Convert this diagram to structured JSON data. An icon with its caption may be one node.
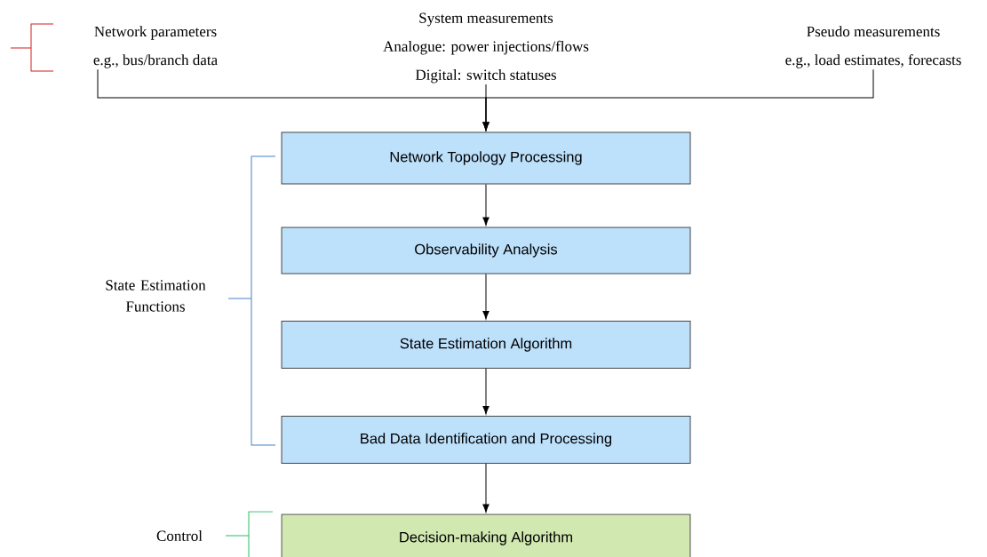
{
  "diagram": {
    "nodes": [
      {
        "text": [
          "Network parameters",
          "e.g., bus/branch data"
        ]
      },
      {
        "text": [
          "System measurements",
          "Analogue: power injections/flows",
          "Digital: switch statuses"
        ]
      },
      {
        "text": [
          "Pseudo measurements",
          "e.g., load estimates, forecasts"
        ]
      },
      {
        "text": [
          "Network Topology Processing"
        ]
      },
      {
        "text": [
          "Observability Analysis"
        ]
      },
      {
        "text": [
          "State Estimation Algorithm"
        ]
      },
      {
        "text": [
          "Bad Data Identification and Processing"
        ]
      },
      {
        "text": [
          "Decision-making Algorithm"
        ]
      }
    ],
    "edges": [
      {
        "from": 0,
        "to": 3,
        "arrow": "to"
      },
      {
        "from": 1,
        "to": 3,
        "arrow": "to"
      },
      {
        "from": 2,
        "to": 3,
        "arrow": "to"
      },
      {
        "from": 3,
        "to": 4,
        "arrow": "to"
      },
      {
        "from": 4,
        "to": 5,
        "arrow": "to"
      },
      {
        "from": 5,
        "to": 6,
        "arrow": "to"
      },
      {
        "from": 6,
        "to": 7,
        "arrow": "to"
      }
    ],
    "labels": [
      "State Estimation Functions",
      "Control"
    ]
  }
}
